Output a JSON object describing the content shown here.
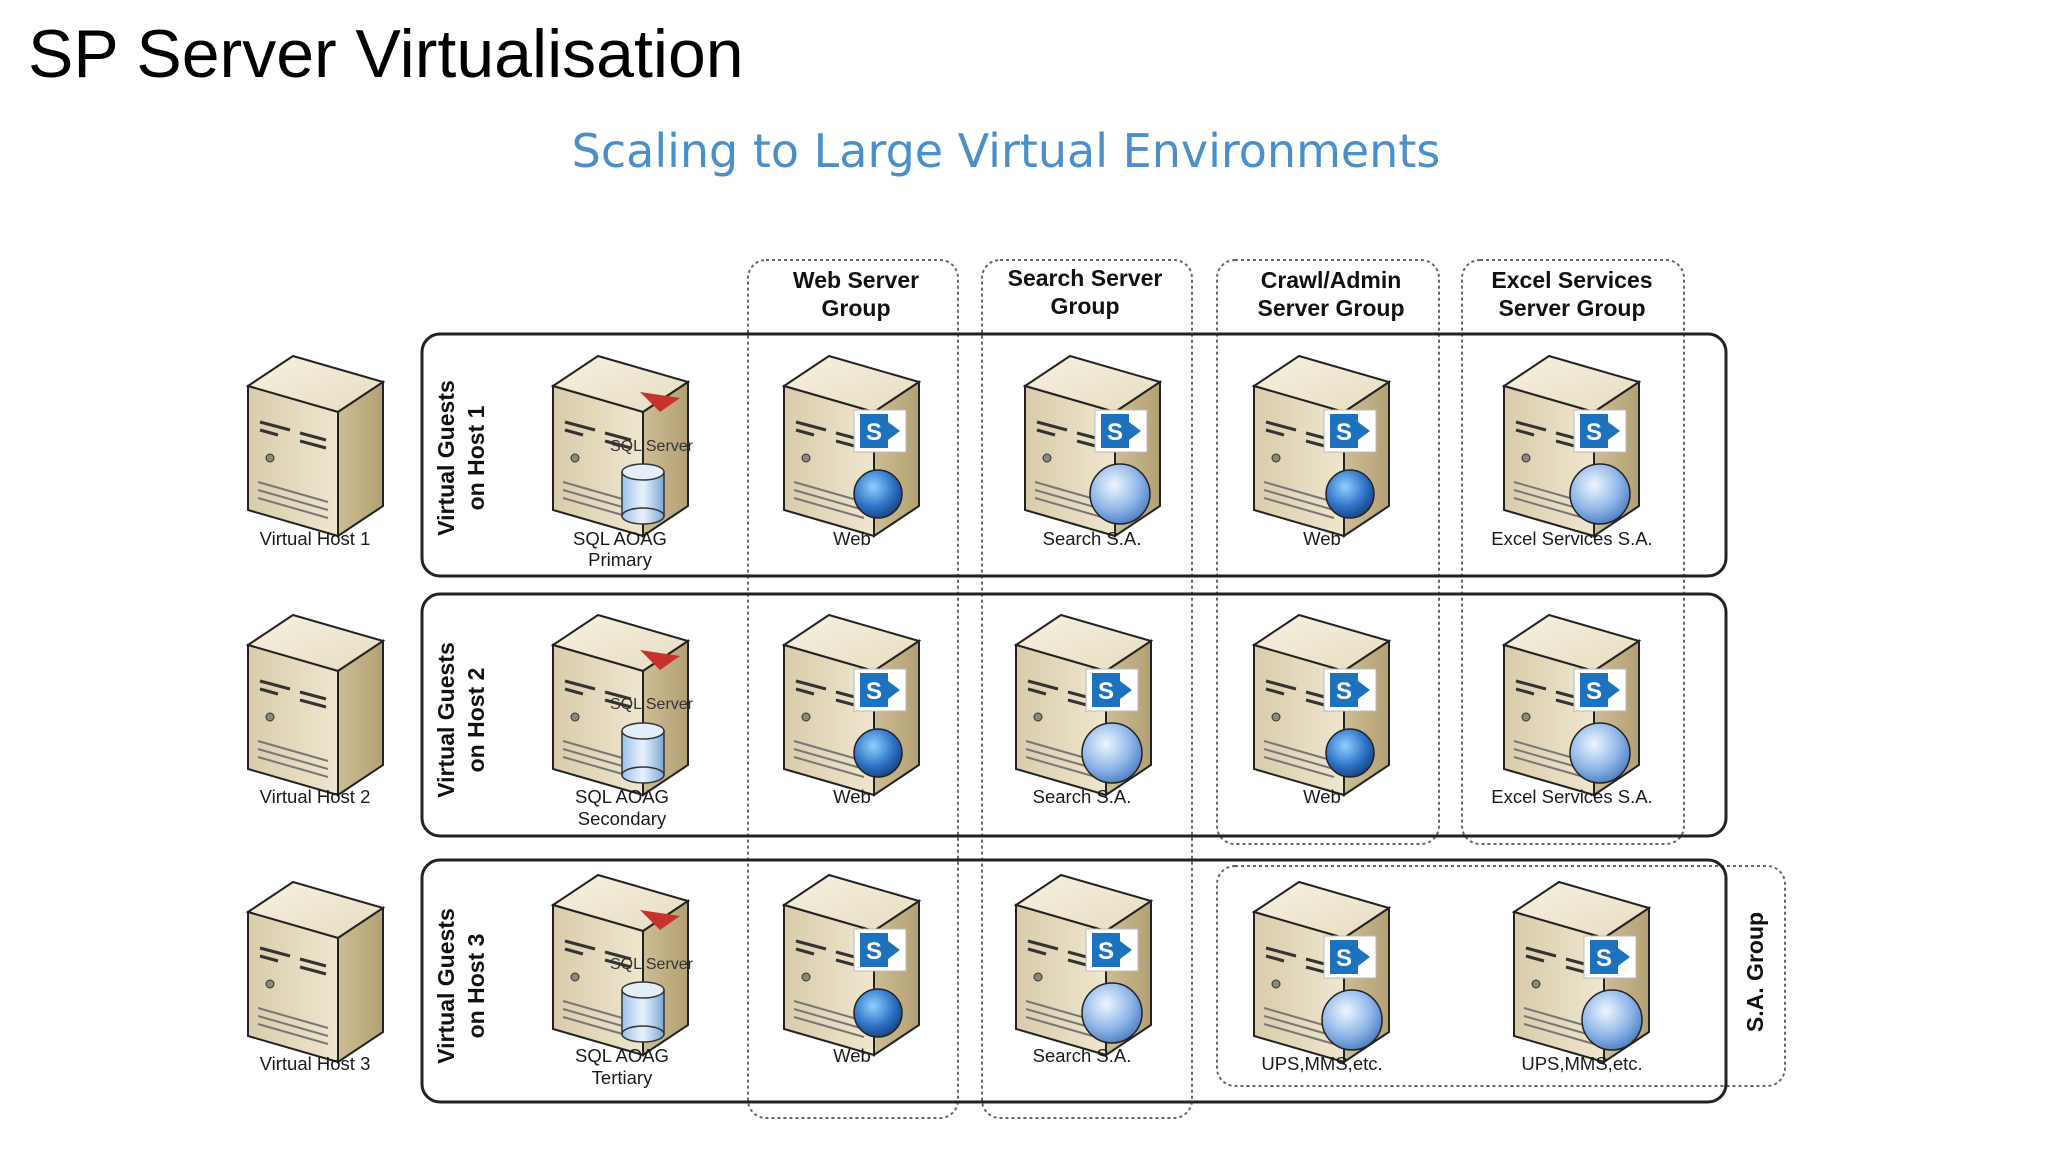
{
  "header": {
    "title": "SP Server Virtualisation",
    "subtitle": "Scaling to Large Virtual Environments"
  },
  "groups": {
    "web": [
      "Web Server",
      "Group"
    ],
    "search": [
      "Search Server",
      "Group"
    ],
    "crawl": [
      "Crawl/Admin",
      "Server Group"
    ],
    "excel": [
      "Excel Services",
      "Server Group"
    ],
    "sa": "S.A. Group"
  },
  "rows": [
    {
      "host": "Virtual Host 1",
      "guests_label": [
        "Virtual Guests",
        "on Host 1"
      ],
      "sql": [
        "SQL AOAG",
        "Primary"
      ],
      "web": "Web",
      "search": "Search S.A.",
      "col5": "Web",
      "col6": "Excel Services S.A."
    },
    {
      "host": "Virtual Host 2",
      "guests_label": [
        "Virtual Guests",
        "on Host 2"
      ],
      "sql": [
        "SQL AOAG",
        "Secondary"
      ],
      "web": "Web",
      "search": "Search S.A.",
      "col5": "Web",
      "col6": "Excel Services S.A."
    },
    {
      "host": "Virtual Host 3",
      "guests_label": [
        "Virtual Guests",
        "on Host 3"
      ],
      "sql": [
        "SQL AOAG",
        "Tertiary"
      ],
      "web": "Web",
      "search": "Search S.A.",
      "col5": "UPS,MMS,etc.",
      "col6": "UPS,MMS,etc."
    }
  ],
  "icons": {
    "host": "server-tower-icon",
    "sql": "sql-server-icon",
    "sharepoint": "sharepoint-server-icon",
    "web_globe": "globe-green-icon",
    "sa_globe": "globe-blue-icon",
    "database": "database-cylinder-icon"
  },
  "colors": {
    "subtitle": "#4a8fc9",
    "server_body": "#e8dcc0",
    "sharepoint": "#1c72bd",
    "sql_logo": "#c8322d"
  }
}
